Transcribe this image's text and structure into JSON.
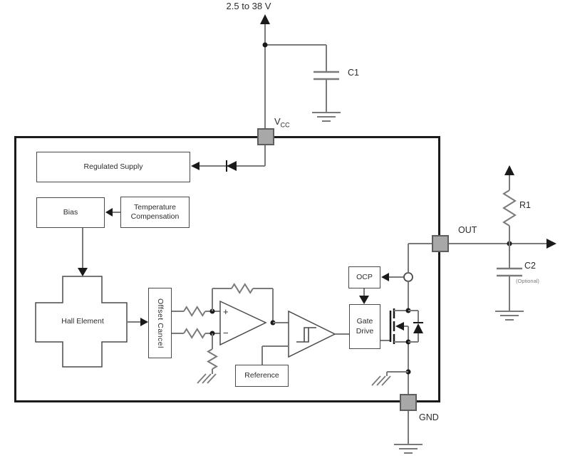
{
  "labels": {
    "supply_voltage": "2.5 to 38 V",
    "c1": "C1",
    "vcc_main": "V",
    "vcc_sub": "CC",
    "out": "OUT",
    "r1": "R1",
    "c2": "C2",
    "c2_note": "(Optional)",
    "gnd": "GND"
  },
  "blocks": {
    "regulated_supply": "Regulated Supply",
    "bias": "Bias",
    "temperature_compensation": "Temperature Compensation",
    "offset_cancel": "Offset Cancel",
    "hall_element": "Hall Element",
    "reference": "Reference",
    "ocp": "OCP",
    "gate_drive": "Gate Drive"
  },
  "opamp": {
    "plus_input": "+",
    "minus_input": "−"
  },
  "colors": {
    "wire": "#7a7a7a",
    "symbol": "#1a1a1a",
    "block_border": "#4a4a4a",
    "pin_fill": "#a8a8a8",
    "pin_border": "#5e5e5e"
  }
}
